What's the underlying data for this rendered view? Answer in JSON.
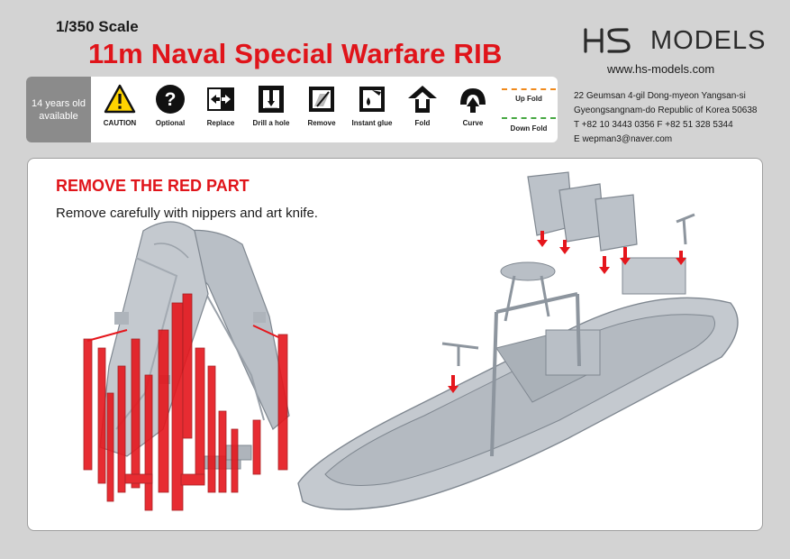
{
  "header": {
    "scale": "1/350 Scale",
    "title": "11m Naval Special Warfare RIB",
    "brand": "MODELS",
    "url": "www.hs-models.com"
  },
  "legend": {
    "age_note": "14 years old available",
    "items": [
      {
        "label": "CAUTION",
        "icon": "caution-icon"
      },
      {
        "label": "Optional",
        "icon": "question-icon"
      },
      {
        "label": "Replace",
        "icon": "replace-icon"
      },
      {
        "label": "Drill a hole",
        "icon": "drill-icon"
      },
      {
        "label": "Remove",
        "icon": "remove-icon"
      },
      {
        "label": "Instant glue",
        "icon": "glue-icon"
      },
      {
        "label": "Fold",
        "icon": "fold-icon"
      },
      {
        "label": "Curve",
        "icon": "curve-icon"
      }
    ],
    "up_fold": "Up Fold",
    "down_fold": "Down Fold",
    "colors": {
      "up_fold": "#f08a1c",
      "down_fold": "#47a843",
      "age_bg": "#8b8b8b"
    }
  },
  "contact": {
    "address_line1": "22 Geumsan 4-gil Dong-myeon Yangsan-si",
    "address_line2": "Gyeongsangnam-do Republic of Korea 50638",
    "phone": "T  +82 10 3443 0356     F  +82 51 328 5344",
    "email": "E  wepman3@naver.com"
  },
  "instruction": {
    "heading": "REMOVE THE RED PART",
    "text": "Remove carefully with nippers and art knife."
  },
  "colors": {
    "accent_red": "#e0141a",
    "part_gray": "#c4c9cf",
    "sprue_red": "#e5161c"
  }
}
